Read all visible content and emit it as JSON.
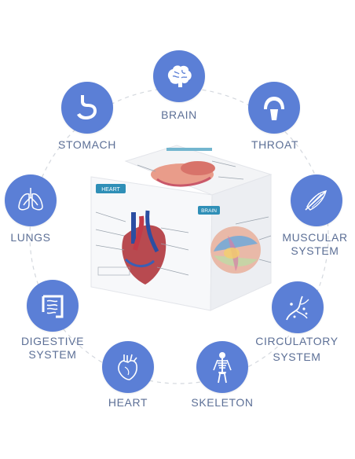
{
  "labels": {
    "brain": "BRAIN",
    "throat": "THROAT",
    "stomach": "STOMACH",
    "muscular_line1": "MUSCULAR",
    "muscular_line2": "SYSTEM",
    "lungs": "LUNGS",
    "circulatory_line1": "CIRCULATORY",
    "circulatory_line2": "SYSTEM",
    "digestive_line1": "DIGESTIVE",
    "digestive_line2": "SYSTEM",
    "heart": "HEART",
    "skeleton": "SKELETON"
  },
  "cube_labels": {
    "heart_face": "HEART",
    "brain_face": "BRAIN"
  },
  "colors": {
    "node": "#5b7fd6",
    "label": "#5c6f96",
    "ring": "#d4d8de",
    "tag": "#2f8fb7"
  },
  "icons": [
    "brain-icon",
    "throat-icon",
    "stomach-icon",
    "muscle-icon",
    "lungs-icon",
    "circulatory-icon",
    "digestive-icon",
    "heart-icon",
    "skeleton-icon"
  ]
}
